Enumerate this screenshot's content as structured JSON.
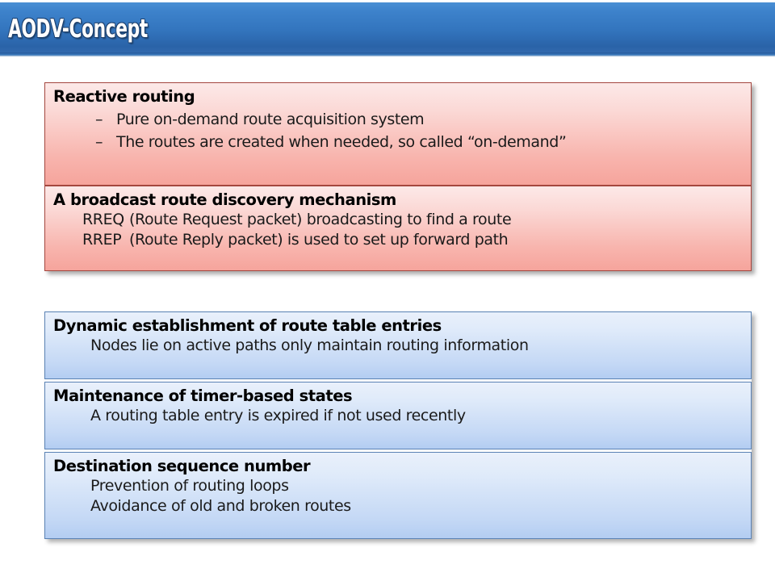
{
  "slide": {
    "title": "AODV-Concept",
    "title_bar_color": "#3375be",
    "background_color": "#ffffff"
  },
  "red_section": {
    "accent_color": "#f6a49c",
    "border_color": "#a4473f",
    "panels": [
      {
        "heading": "Reactive routing",
        "bullets": [
          {
            "mark": "–",
            "text": "Pure on-demand route acquisition system"
          },
          {
            "mark": "–",
            "text": "The routes are created when needed, so called “on-demand”"
          }
        ]
      },
      {
        "heading": "A broadcast route discovery mechanism",
        "lines": [
          {
            "label": "RREQ",
            "text": "(Route Request packet) broadcasting to find a route"
          },
          {
            "label": "RREP",
            "text": "(Route Reply packet) is used to set up forward path"
          }
        ]
      }
    ]
  },
  "blue_section": {
    "accent_color": "#b3cdf2",
    "border_color": "#5a82b4",
    "panels": [
      {
        "heading": "Dynamic establishment of route table entries",
        "lines": [
          "Nodes lie on active paths only maintain routing information"
        ]
      },
      {
        "heading": "Maintenance of timer-based states",
        "lines": [
          "A routing table entry is expired if not used recently"
        ]
      },
      {
        "heading": "Destination sequence number",
        "lines": [
          "Prevention of routing loops",
          "Avoidance of old and broken routes"
        ]
      }
    ]
  }
}
